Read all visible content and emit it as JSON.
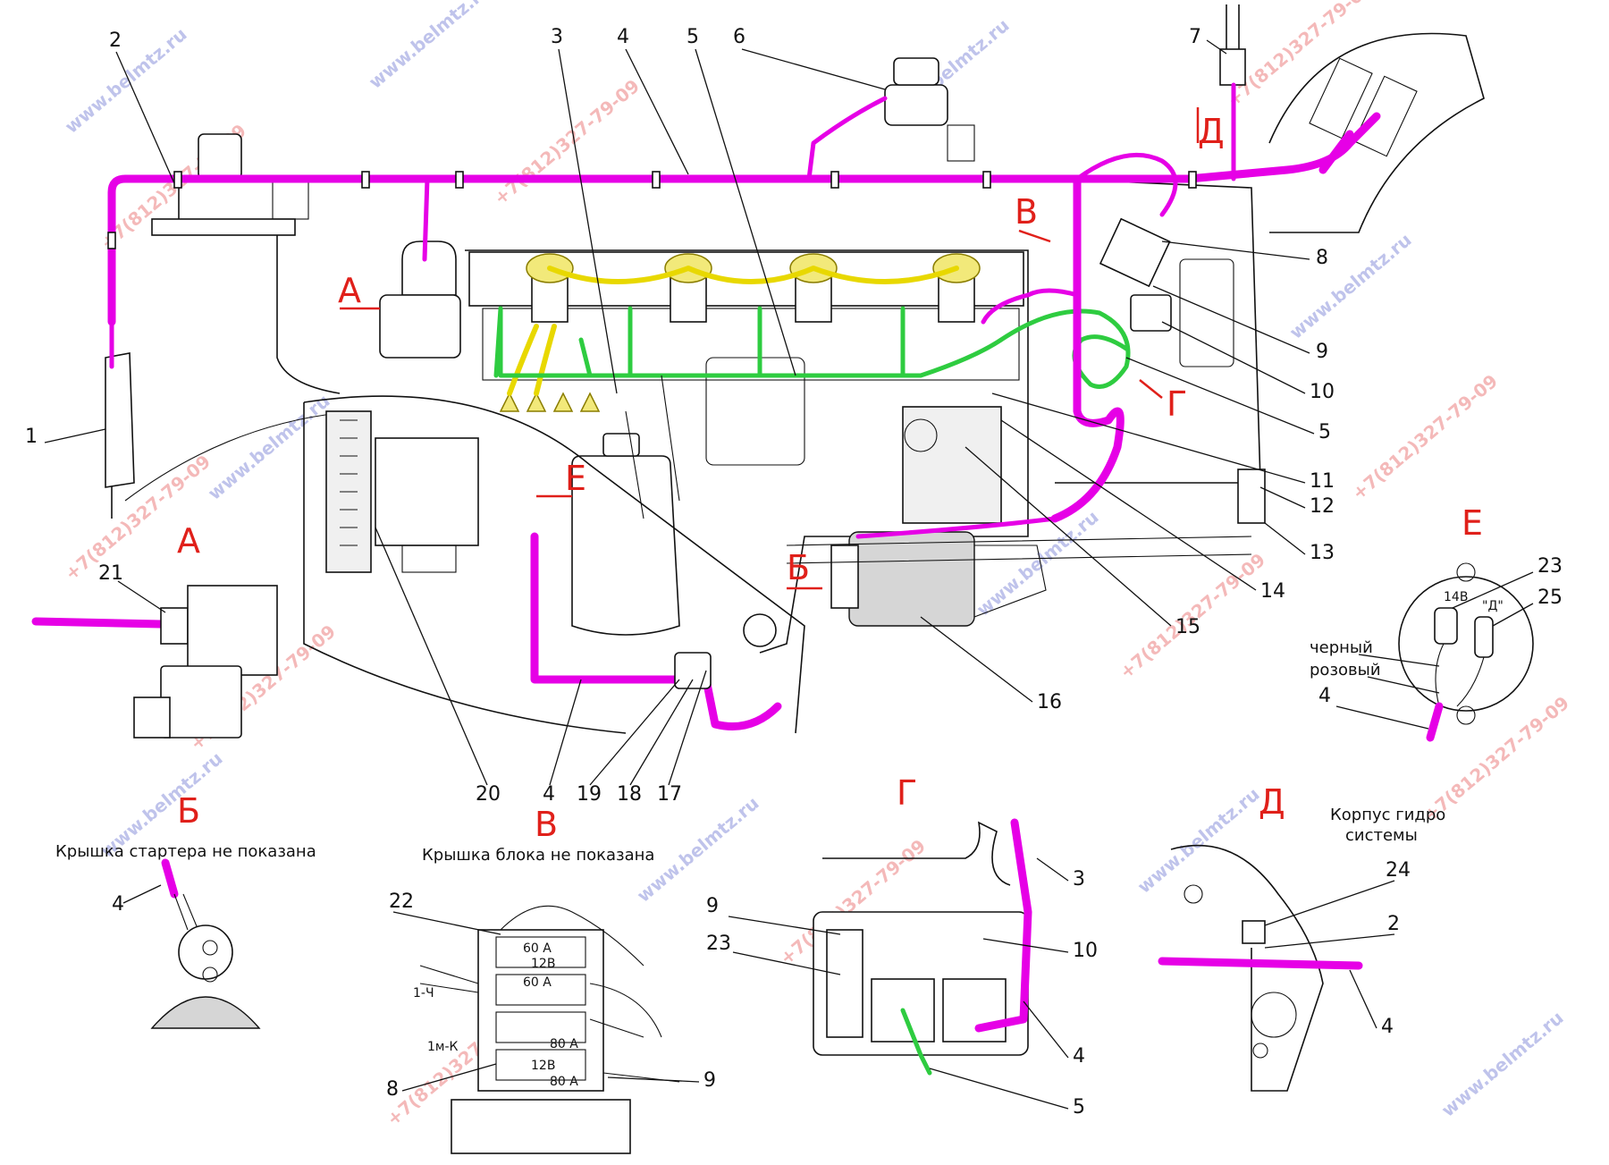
{
  "views": {
    "a_main": "А",
    "b_main": "Б",
    "v_main": "В",
    "g_main": "Г",
    "d_main": "Д",
    "e_main": "Е",
    "a_title": "А",
    "b_title": "Б",
    "v_title": "В",
    "g_title": "Г",
    "d_title": "Д",
    "e_title": "Е"
  },
  "captions": {
    "b_note": "Крышка стартера не показана",
    "v_note": "Крышка блока не показана",
    "d_note_line1": "Корпус гидро",
    "d_note_line2": "системы",
    "e_black": "черный",
    "e_pink": "розовый"
  },
  "small_labels": {
    "v_60a_1": "60 А",
    "v_12v_1": "12В",
    "v_60a_2": "60 А",
    "v_80a_1": "80 А",
    "v_12v_2": "12В",
    "v_80a_2": "80 А",
    "v_1ch": "1-Ч",
    "v_1mk": "1м-К",
    "e_14v": "14В",
    "e_d": "\"Д\""
  },
  "callouts": {
    "n1": "1",
    "n2": "2",
    "n3": "3",
    "n4": "4",
    "n5": "5",
    "n6": "6",
    "n7": "7",
    "n8": "8",
    "n9": "9",
    "n10": "10",
    "n5b": "5",
    "n11": "11",
    "n12": "12",
    "n13": "13",
    "n14": "14",
    "n15": "15",
    "n16": "16",
    "n17": "17",
    "n18": "18",
    "n19": "19",
    "n4b": "4",
    "n20": "20",
    "n21": "21",
    "b4": "4",
    "v22": "22",
    "v8": "8",
    "v9": "9",
    "g9": "9",
    "g23": "23",
    "g3": "3",
    "g10": "10",
    "g4": "4",
    "g5": "5",
    "d24": "24",
    "d2": "2",
    "d4": "4",
    "e23": "23",
    "e25": "25",
    "e4": "4"
  },
  "watermarks": {
    "site": "www.belmtz.ru",
    "phone": "+7(812)327-79-09"
  },
  "colors": {
    "harness": "#e600e6",
    "ground_wire": "#2ecc40",
    "glow_wire": "#e8d800",
    "view_letters": "#e0201a"
  }
}
